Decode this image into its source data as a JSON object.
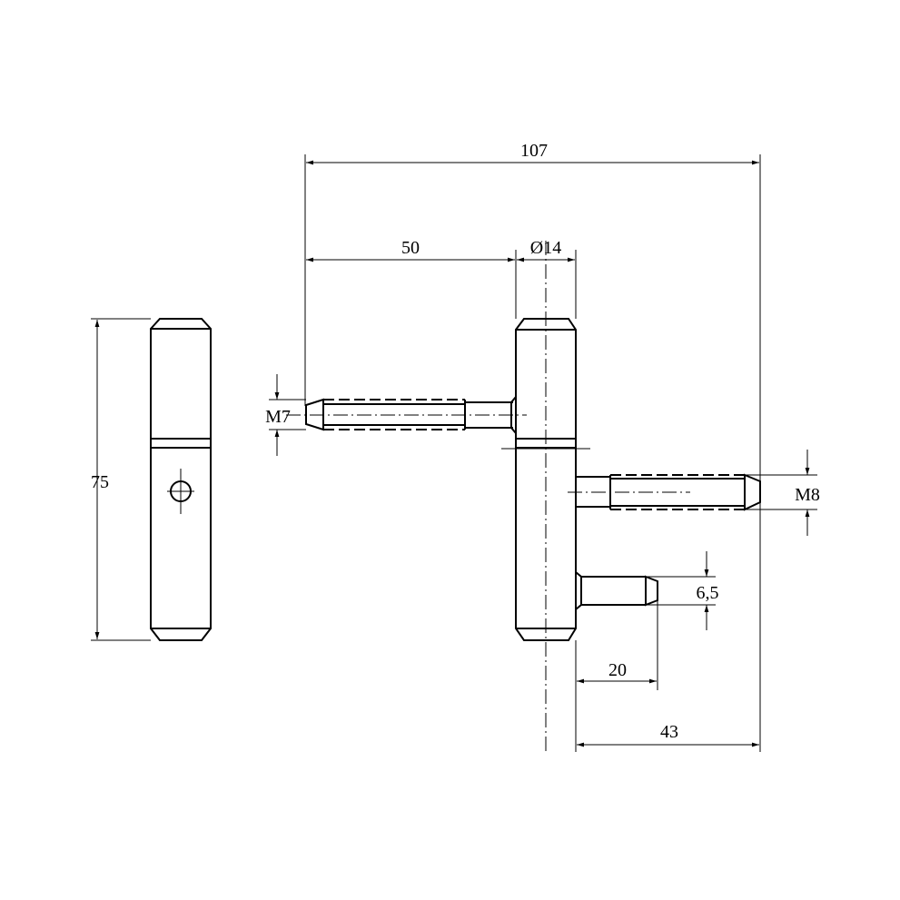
{
  "drawing": {
    "title": "Hinge technical drawing",
    "line_color": "#000000",
    "background": "#ffffff",
    "dimensions": {
      "overall_width": "107",
      "pin_length": "50",
      "barrel_diameter": "Ø14",
      "height": "75",
      "upper_thread": "M7",
      "lower_thread": "M8",
      "small_pin_diameter": "6,5",
      "small_pin_length": "20",
      "offset_length": "43"
    }
  }
}
